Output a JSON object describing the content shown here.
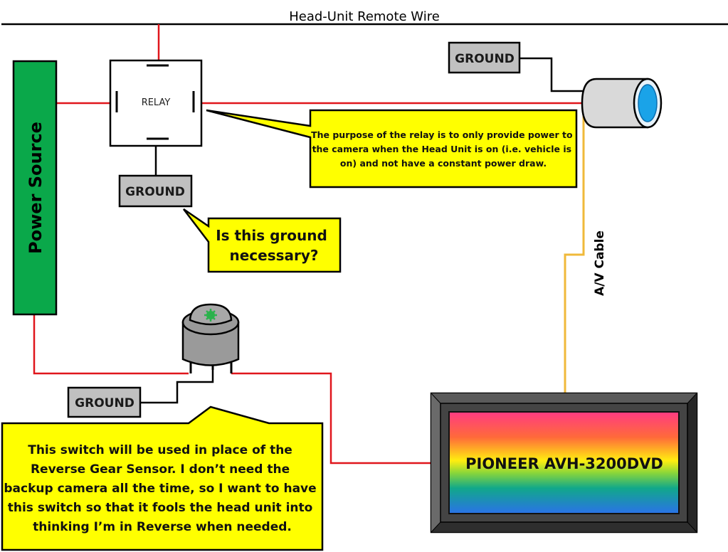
{
  "title": "Head-Unit Remote Wire",
  "colors": {
    "power_wire": "#e0161c",
    "ground_wire": "#000000",
    "av_cable": "#f0b93a",
    "power_source_fill": "#0aa84a",
    "ground_box_fill": "#c0c0c0",
    "callout_fill": "#ffff00",
    "camera_body": "#d9d9d9",
    "camera_lens": "#1aa3e8",
    "switch_body": "#9a9a9a",
    "switch_led": "#2bb24c",
    "bezel": "#3a3a3a"
  },
  "components": {
    "power_source": {
      "label": "Power Source"
    },
    "relay": {
      "label": "RELAY"
    },
    "relay_ground": {
      "label": "GROUND"
    },
    "camera_ground": {
      "label": "GROUND"
    },
    "switch_ground": {
      "label": "GROUND"
    },
    "head_unit": {
      "label": "PIONEER AVH-3200DVD"
    },
    "av_cable": {
      "label": "A/V Cable"
    }
  },
  "callouts": {
    "relay_note": {
      "lines": [
        "The purpose of the relay is to only provide power to",
        "the camera when the Head Unit is on (i.e. vehicle is",
        "on) and not have a constant power draw."
      ]
    },
    "ground_question": {
      "lines": [
        "Is this ground",
        "necessary?"
      ]
    },
    "switch_note": {
      "lines": [
        "This switch will be used in place of the",
        "Reverse Gear Sensor.  I don’t need the",
        "backup camera all the time, so I want to have",
        "this switch so that it fools the head unit into",
        "thinking I’m in Reverse when needed."
      ]
    }
  }
}
